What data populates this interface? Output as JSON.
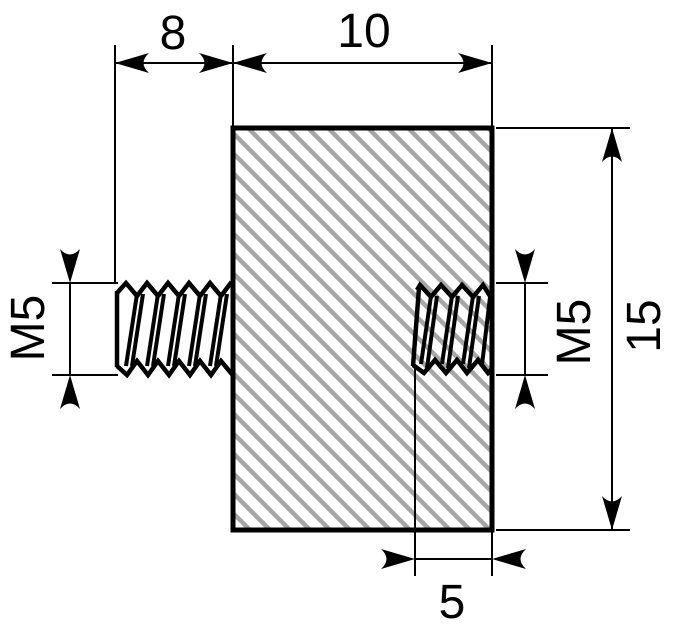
{
  "labels": {
    "stud_length": "8",
    "body_width": "10",
    "body_height": "15",
    "thread_depth": "5",
    "stud_thread_size": "M5",
    "hole_thread_size": "M5"
  },
  "colors": {
    "line": "#000000",
    "hatch_stroke": "#a6a6a6",
    "background": "#ffffff"
  }
}
